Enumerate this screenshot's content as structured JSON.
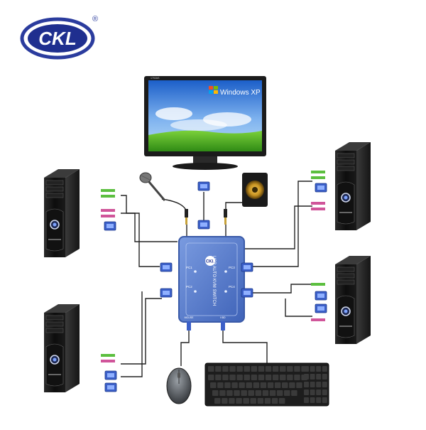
{
  "brand": {
    "logo_text": "CKL",
    "registered_mark": "®",
    "color_primary": "#1f2f8f",
    "color_ring": "#2b3c9e"
  },
  "monitor": {
    "os_label": "Windows XP",
    "model_label": "1702AS"
  },
  "kvm_switch": {
    "product_label": "USB AUTO KVM SWITCH",
    "logo_text": "CKL",
    "port_labels": [
      "PC1",
      "PC2",
      "PC3",
      "PC4"
    ],
    "bottom_labels": [
      "MOUSE",
      "KBD"
    ],
    "body_color": "#5a7fcf",
    "edge_color": "#3a5aa8"
  },
  "computers": [
    {
      "position": "left-top",
      "id": "pc-1"
    },
    {
      "position": "left-bottom",
      "id": "pc-2"
    },
    {
      "position": "right-top",
      "id": "pc-3"
    },
    {
      "position": "right-bottom",
      "id": "pc-4"
    }
  ],
  "peripherals": {
    "microphone": "microphone-icon",
    "speaker": "speaker-icon",
    "mouse": "mouse-icon",
    "keyboard": "keyboard-icon"
  },
  "cable_colors": {
    "vga": "#3b5fc8",
    "audio_green": "#5cbf3f",
    "audio_pink": "#d0559a",
    "cable": "#222222"
  }
}
